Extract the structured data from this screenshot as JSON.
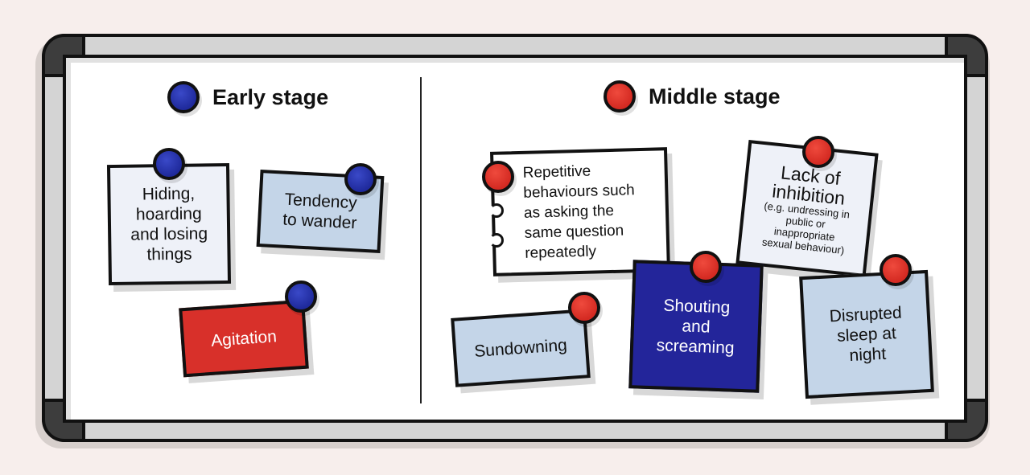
{
  "colors": {
    "background": "#f7eeec",
    "frame": "#d4d4d4",
    "corner": "#3d3d3d",
    "pin_blue": "#1f2a9c",
    "pin_red": "#d42a22",
    "note_light": "#eef1f8",
    "note_blue": "#c4d5e8",
    "note_red": "#d8302a",
    "note_navy": "#23259a"
  },
  "early": {
    "heading": "Early stage",
    "notes": [
      {
        "text": "Hiding,\nhoarding\nand losing\nthings"
      },
      {
        "text": "Tendency\nto wander"
      },
      {
        "text": "Agitation"
      }
    ]
  },
  "middle": {
    "heading": "Middle stage",
    "notes": [
      {
        "text": "Repetitive\nbehaviours such\nas asking the\nsame question\nrepeatedly"
      },
      {
        "title": "Lack of\ninhibition",
        "subtitle": "(e.g. undressing in\npublic or\ninappropriate\nsexual behaviour)"
      },
      {
        "text": "Sundowning"
      },
      {
        "text": "Shouting\nand\nscreaming"
      },
      {
        "text": "Disrupted\nsleep at\nnight"
      }
    ]
  }
}
